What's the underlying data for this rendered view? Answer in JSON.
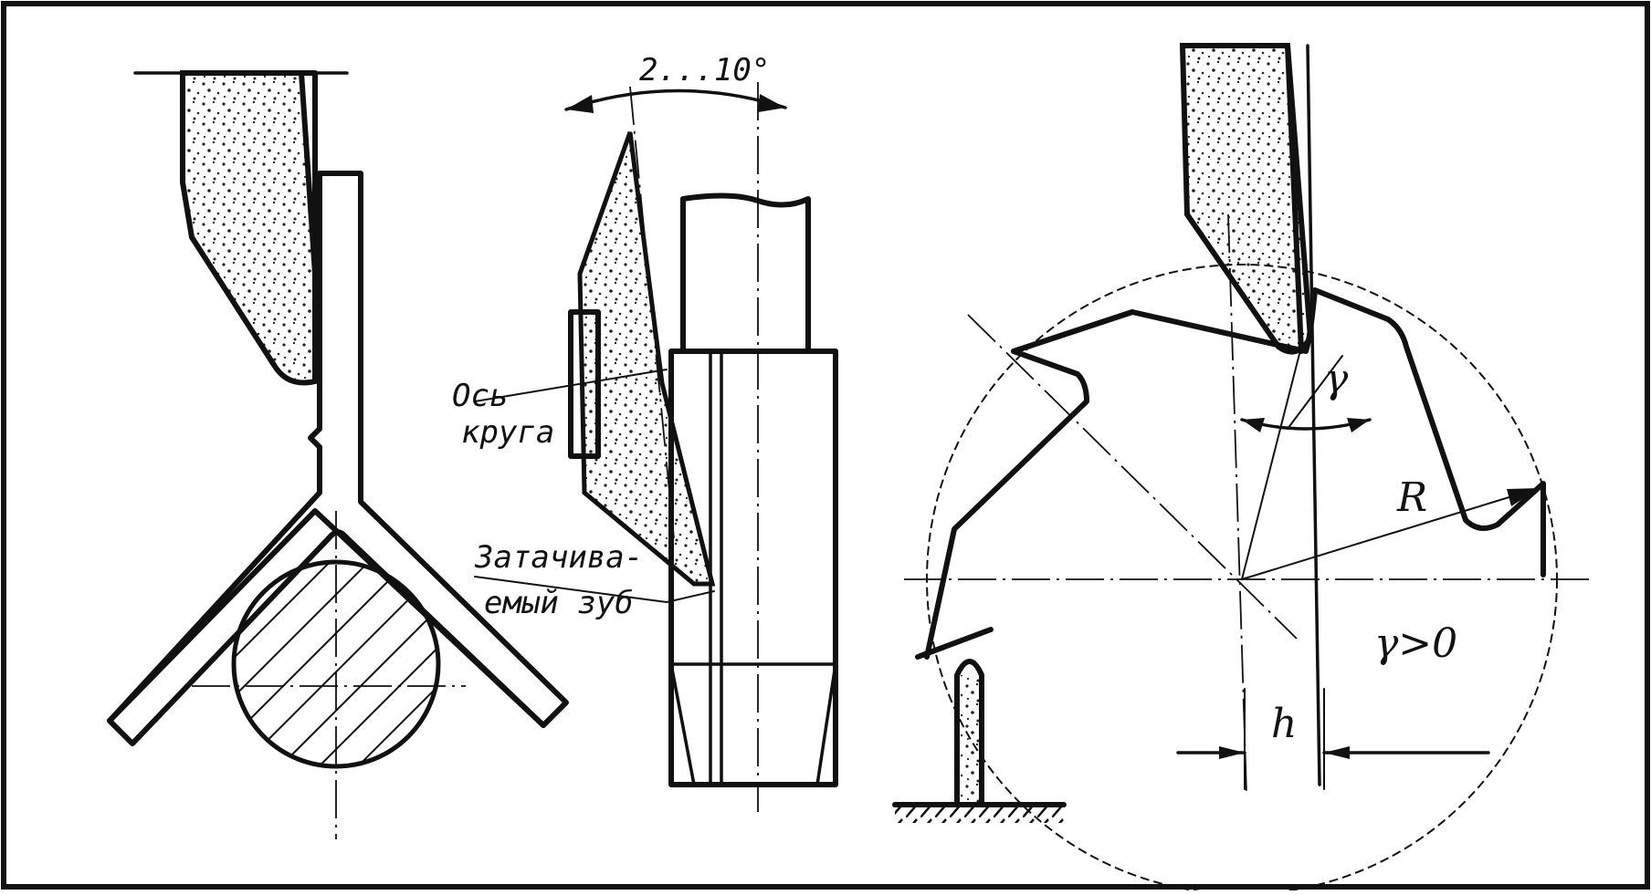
{
  "labels": {
    "angle": "2...10°",
    "wheel_axis_line1": "Ось",
    "wheel_axis_line2": "круга",
    "tooth_line1": "Затачива-",
    "tooth_line2": "емый зуб",
    "gamma": "γ",
    "radius": "R",
    "offset": "h",
    "condition": "γ>0"
  }
}
